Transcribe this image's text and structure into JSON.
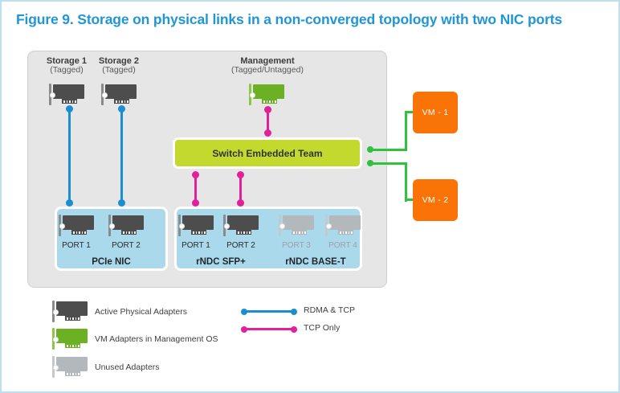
{
  "figure": {
    "title": "Figure 9. Storage on physical links in a non-converged topology with two NIC ports"
  },
  "colors": {
    "title_blue": "#2196d4",
    "frame_border": "#bcdff1",
    "host_bg": "#e6e6e6",
    "active_adapter": "#4d4d4d",
    "vm_adapter": "#6cb023",
    "unused_adapter": "#b2b8bb",
    "rdma_tcp_line": "#1b8dd1",
    "tcp_only_line": "#e0219b",
    "set_box": "#c4d92e",
    "physical_box": "#abd9ec",
    "vm_box": "#f97306",
    "vm_link": "#2fc23c"
  },
  "vnics": [
    {
      "name": "Storage 1",
      "tagging": "(Tagged)",
      "adapter_type": "active",
      "link": "rdma_tcp"
    },
    {
      "name": "Storage 2",
      "tagging": "(Tagged)",
      "adapter_type": "active",
      "link": "rdma_tcp"
    },
    {
      "name": "Management",
      "tagging": "(Tagged/Untagged)",
      "adapter_type": "vm_os",
      "link": "tcp_only"
    }
  ],
  "switch": {
    "label": "Switch Embedded Team"
  },
  "nic_groups": [
    {
      "label": "PCIe NIC",
      "ports": [
        {
          "label": "PORT 1",
          "state": "active"
        },
        {
          "label": "PORT 2",
          "state": "active"
        }
      ]
    },
    {
      "label": "rNDC SFP+",
      "ports": [
        {
          "label": "PORT 1",
          "state": "active"
        },
        {
          "label": "PORT 2",
          "state": "active"
        }
      ]
    },
    {
      "label": "rNDC BASE-T",
      "ports": [
        {
          "label": "PORT 3",
          "state": "unused"
        },
        {
          "label": "PORT 4",
          "state": "unused"
        }
      ]
    }
  ],
  "vms": [
    {
      "label": "VM - 1"
    },
    {
      "label": "VM - 2"
    }
  ],
  "legend": {
    "adapters": [
      {
        "label": "Active Physical Adapters",
        "swatch": "active"
      },
      {
        "label": "VM Adapters in Management OS",
        "swatch": "vm_os"
      },
      {
        "label": "Unused Adapters",
        "swatch": "unused"
      }
    ],
    "links": [
      {
        "label": "RDMA & TCP",
        "color_key": "rdma_tcp_line"
      },
      {
        "label": "TCP Only",
        "color_key": "tcp_only_line"
      }
    ]
  }
}
